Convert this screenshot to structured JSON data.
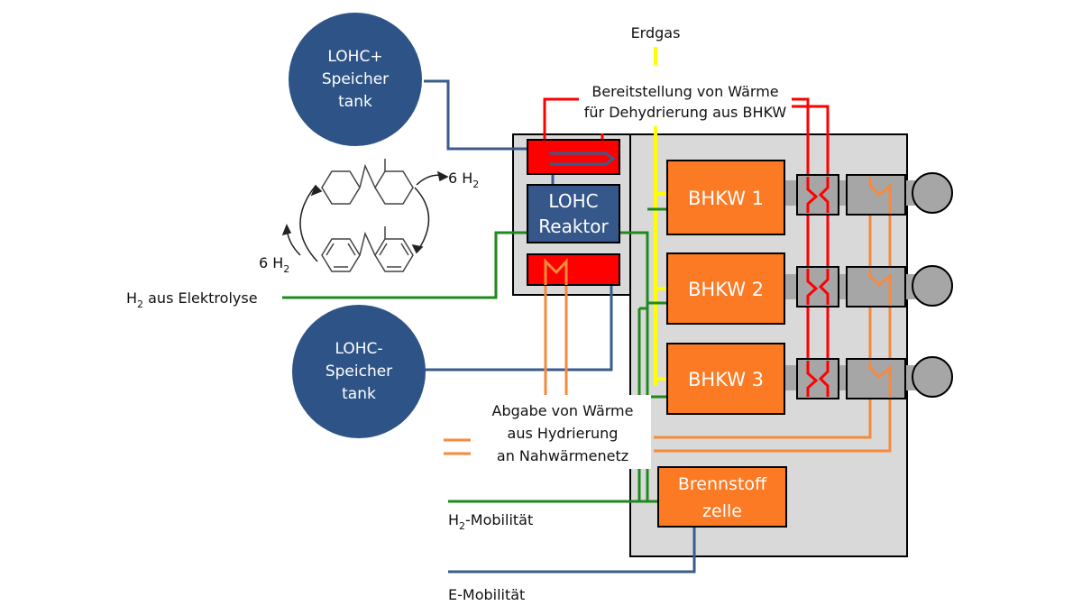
{
  "colors": {
    "tank_fill": "#2e5487",
    "reactor_fill": "#35578a",
    "bhkw_fill": "#fb7a23",
    "heat_red": "#ff0000",
    "heat_orange": "#f58a3f",
    "gas_yellow": "#ffff00",
    "h2_green": "#1e8a1e",
    "electric_blue": "#3a5b8c",
    "panel_grey": "#d9d9d9"
  },
  "labels": {
    "erdgas": "Erdgas",
    "heat_supply_line1": "Bereitstellung von Wärme",
    "heat_supply_line2": "für Dehydrierung aus BHKW",
    "h2_electrolysis_prefix": "H",
    "h2_electrolysis_sub": "2",
    "h2_electrolysis_suffix": " aus Elektrolyse",
    "h2_top_prefix": "6 H",
    "h2_top_sub": "2",
    "h2_bottom_prefix": "6 H",
    "h2_bottom_sub": "2",
    "heat_release_line1": "Abgabe von Wärme",
    "heat_release_line2": "aus Hydrierung",
    "heat_release_line3": "an Nahwärmenetz",
    "h2_mobility_prefix": "H",
    "h2_mobility_sub": "2",
    "h2_mobility_suffix": "-Mobilität",
    "e_mobility": "E-Mobilität"
  },
  "tanks": {
    "lohc_plus": [
      "LOHC+",
      "Speicher",
      "tank"
    ],
    "lohc_minus": [
      "LOHC-",
      "Speicher",
      "tank"
    ]
  },
  "reactor": [
    "LOHC",
    "Reaktor"
  ],
  "bhkw": [
    "BHKW 1",
    "BHKW 2",
    "BHKW 3"
  ],
  "fuel_cell": [
    "Brennstoff",
    "zelle"
  ]
}
